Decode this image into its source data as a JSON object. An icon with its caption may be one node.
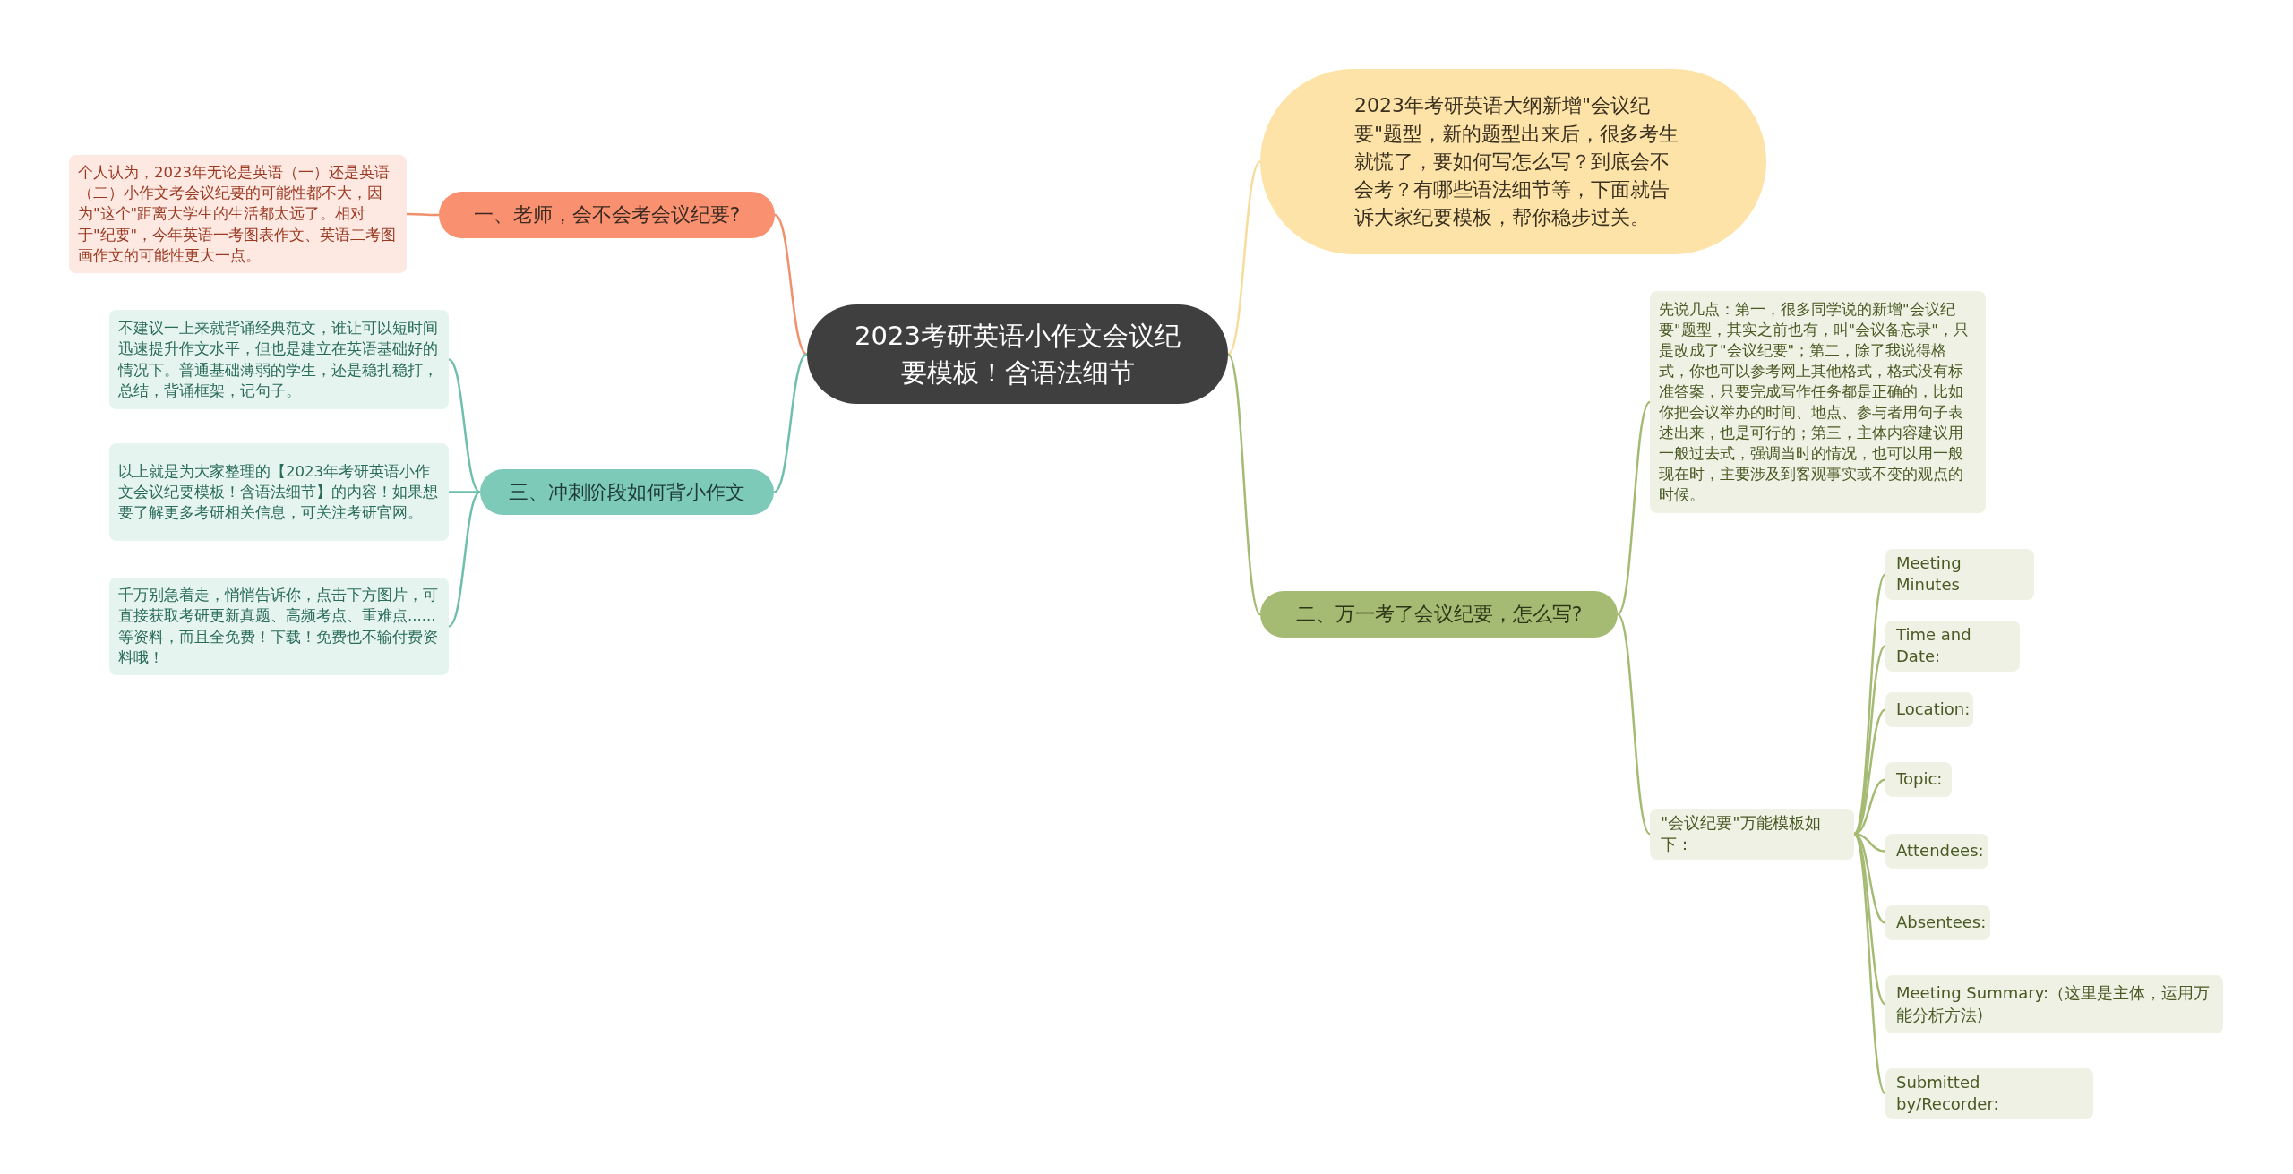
{
  "diagram": {
    "nodes": [
      {
        "text": [
          "2023考研英语小作文会议纪要模板！含语法细节"
        ]
      },
      {
        "text": [
          "一、老师，会不会考会议纪要?"
        ]
      },
      {
        "text": [
          "个人认为，2023年无论是英语（一）还是英语（二）小作文考会议纪要的可能性都不大，因为\"这个\"距离大学生的生活都太远了。相对于\"纪要\"，今年英语一考图表作文、英语二考图画作文的可能性更大一点。"
        ]
      },
      {
        "text": [
          "2023年考研英语大纲新增\"会议纪要\"题型，新的题型出来后，很多考生就慌了，要如何写怎么写？到底会不会考？有哪些语法细节等，下面就告诉大家纪要模板，帮你稳步过关。"
        ]
      },
      {
        "text": [
          "三、冲刺阶段如何背小作文"
        ]
      },
      {
        "text": [
          "不建议一上来就背诵经典范文，谁让可以短时间迅速提升作文水平，但也是建立在英语基础好的情况下。普通基础薄弱的学生，还是稳扎稳打，总结，背诵框架，记句子。"
        ]
      },
      {
        "text": [
          "以上就是为大家整理的【2023年考研英语小作文会议纪要模板！含语法细节】的内容！如果想要了解更多考研相关信息，可关注考研官网。"
        ]
      },
      {
        "text": [
          "千万别急着走，悄悄告诉你，点击下方图片，可直接获取考研更新真题、高频考点、重难点......等资料，而且全免费！下载！免费也不输付费资料哦！"
        ]
      },
      {
        "text": [
          "二、万一考了会议纪要，怎么写?"
        ]
      },
      {
        "text": [
          "先说几点：第一，很多同学说的新增\"会议纪要\"题型，其实之前也有，叫\"会议备忘录\"，只是改成了\"会议纪要\"；第二，除了我说得格式，你也可以参考网上其他格式，格式没有标准答案，只要完成写作任务都是正确的，比如你把会议举办的时间、地点、参与者用句子表述出来，也是可行的；第三，主体内容建议用一般过去式，强调当时的情况，也可以用一般现在时，主要涉及到客观事实或不变的观点的时候。"
        ]
      },
      {
        "text": [
          "\"会议纪要\"万能模板如下："
        ]
      },
      {
        "text": [
          "Meeting Minutes"
        ]
      },
      {
        "text": [
          "Time and Date:"
        ]
      },
      {
        "text": [
          "Location:"
        ]
      },
      {
        "text": [
          "Topic:"
        ]
      },
      {
        "text": [
          "Attendees:"
        ]
      },
      {
        "text": [
          "Absentees:"
        ]
      },
      {
        "text": [
          "Meeting Summary:（这里是主体，运用万能分析方法)"
        ]
      },
      {
        "text": [
          "Submitted by/Recorder:"
        ]
      }
    ],
    "edges": [
      {
        "from": 0,
        "to": 1,
        "arrow": "none",
        "color": "#f0906c"
      },
      {
        "from": 1,
        "to": 2,
        "arrow": "none",
        "color": "#f0906c"
      },
      {
        "from": 0,
        "to": 3,
        "arrow": "none",
        "color": "#f7dc9c"
      },
      {
        "from": 0,
        "to": 4,
        "arrow": "none",
        "color": "#6fbfac"
      },
      {
        "from": 4,
        "to": 5,
        "arrow": "none",
        "color": "#6fbfac"
      },
      {
        "from": 4,
        "to": 6,
        "arrow": "none",
        "color": "#6fbfac"
      },
      {
        "from": 4,
        "to": 7,
        "arrow": "none",
        "color": "#6fbfac"
      },
      {
        "from": 0,
        "to": 8,
        "arrow": "none"
      },
      {
        "from": 8,
        "to": 9,
        "arrow": "none"
      },
      {
        "from": 8,
        "to": 10,
        "arrow": "none"
      },
      {
        "from": 10,
        "to": 11,
        "arrow": "none"
      },
      {
        "from": 10,
        "to": 12,
        "arrow": "none"
      },
      {
        "from": 10,
        "to": 13,
        "arrow": "none"
      },
      {
        "from": 10,
        "to": 14,
        "arrow": "none"
      },
      {
        "from": 10,
        "to": 15,
        "arrow": "none"
      },
      {
        "from": 10,
        "to": 16,
        "arrow": "none"
      },
      {
        "from": 10,
        "to": 17,
        "arrow": "none"
      },
      {
        "from": 10,
        "to": 18,
        "arrow": "none"
      }
    ]
  }
}
